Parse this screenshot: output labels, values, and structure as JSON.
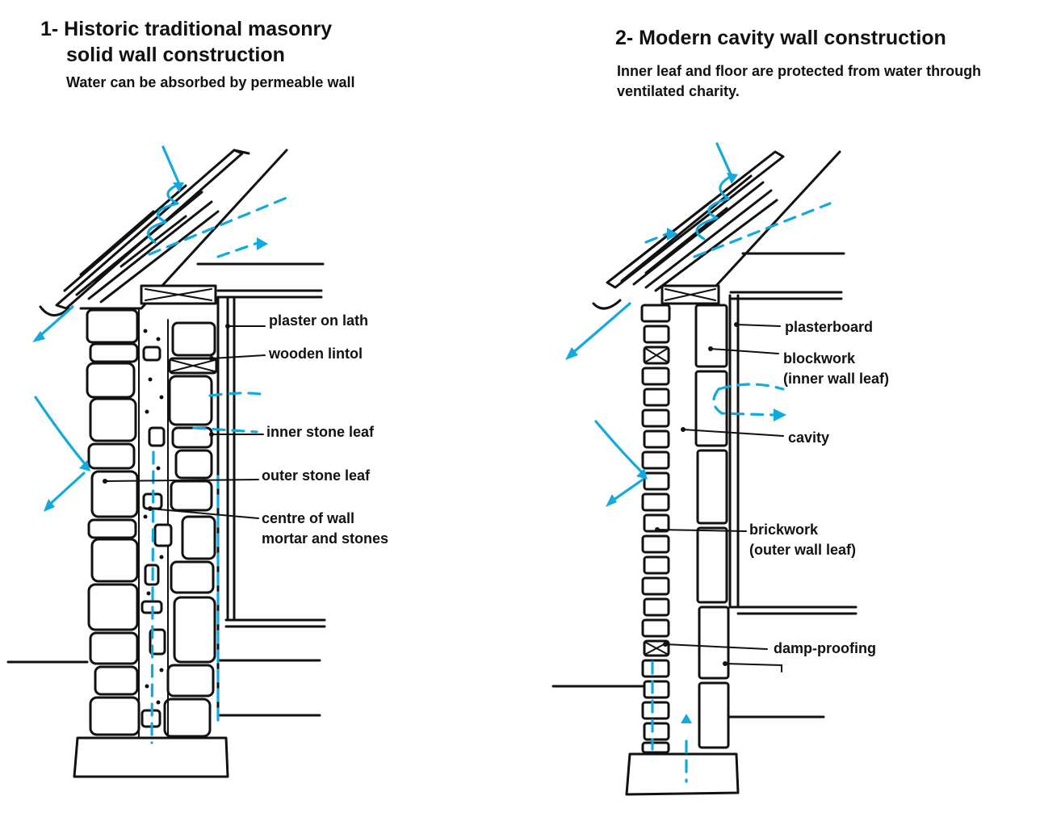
{
  "left": {
    "title_line1": "1- Historic traditional masonry",
    "title_line2": "solid wall construction",
    "subtitle": "Water can be absorbed by permeable wall",
    "labels": {
      "plaster_on_lath": "plaster on lath",
      "wooden_lintol": "wooden lintol",
      "inner_stone_leaf": "inner stone leaf",
      "outer_stone_leaf": "outer stone leaf",
      "centre_line1": "centre of wall",
      "centre_line2": "mortar and stones"
    }
  },
  "right": {
    "title": "2- Modern cavity wall construction",
    "subtitle_line1": "Inner leaf and floor are protected from water through",
    "subtitle_line2": "ventilated charity.",
    "labels": {
      "plasterboard": "plasterboard",
      "blockwork_line1": "blockwork",
      "blockwork_line2": "(inner wall leaf)",
      "cavity": "cavity",
      "brickwork_line1": "brickwork",
      "brickwork_line2": "(outer wall leaf)",
      "damp_proofing": "damp-proofing"
    }
  },
  "colors": {
    "ink": "#111111",
    "water": "#12a9dc",
    "background": "#ffffff"
  }
}
